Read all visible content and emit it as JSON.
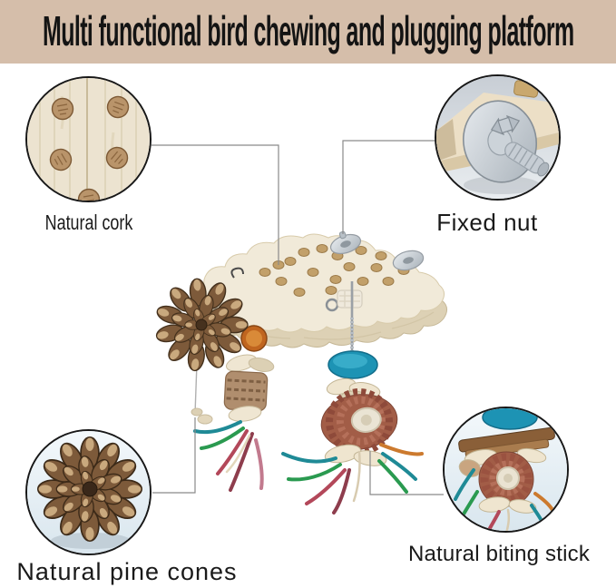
{
  "banner": {
    "title": "Multi functional bird chewing and plugging platform"
  },
  "callouts": {
    "cork": {
      "label": "Natural cork"
    },
    "nut": {
      "label": "Fixed nut"
    },
    "pine_cones": {
      "label": "Natural pine cones"
    },
    "biting_stick": {
      "label": "Natural biting stick"
    }
  },
  "colors": {
    "banner_bg": "#d5beaa",
    "ink": "#141414",
    "label": "#1a1a1a",
    "line": "#8a8a8a",
    "wood_top": "#f1ead9",
    "wood_face": "#ddd1b5",
    "cork": "#c2a06a",
    "teal": "#1d93b4",
    "orange": "#c0651f",
    "pine": "#7d5a3a",
    "metal": "#c6cdd4"
  }
}
